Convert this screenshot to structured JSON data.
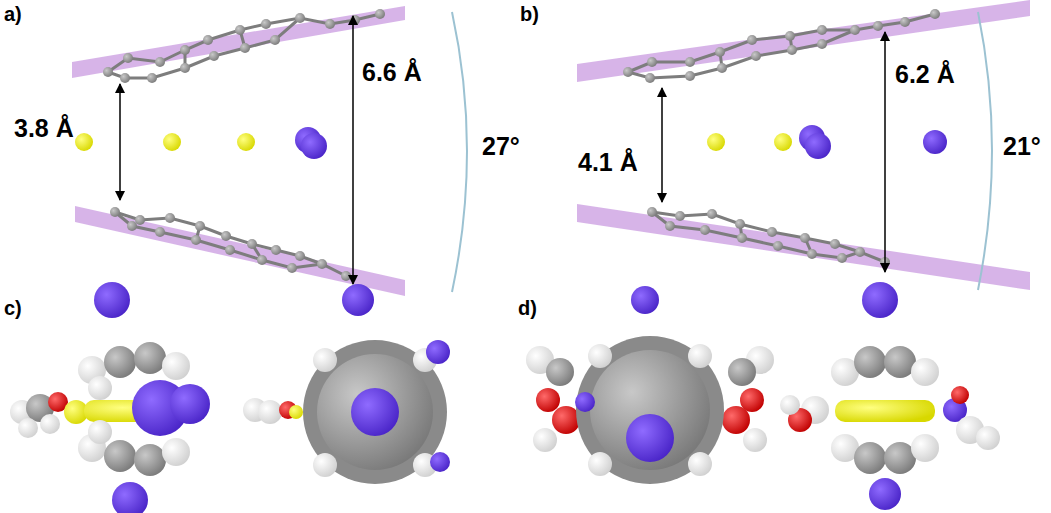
{
  "diagram": {
    "labels": [
      "a)",
      "3.8 Å",
      "6.6 Å",
      "27°",
      "b)",
      "4.1 Å",
      "6.2 Å",
      "21°",
      "c)",
      "d)"
    ]
  }
}
